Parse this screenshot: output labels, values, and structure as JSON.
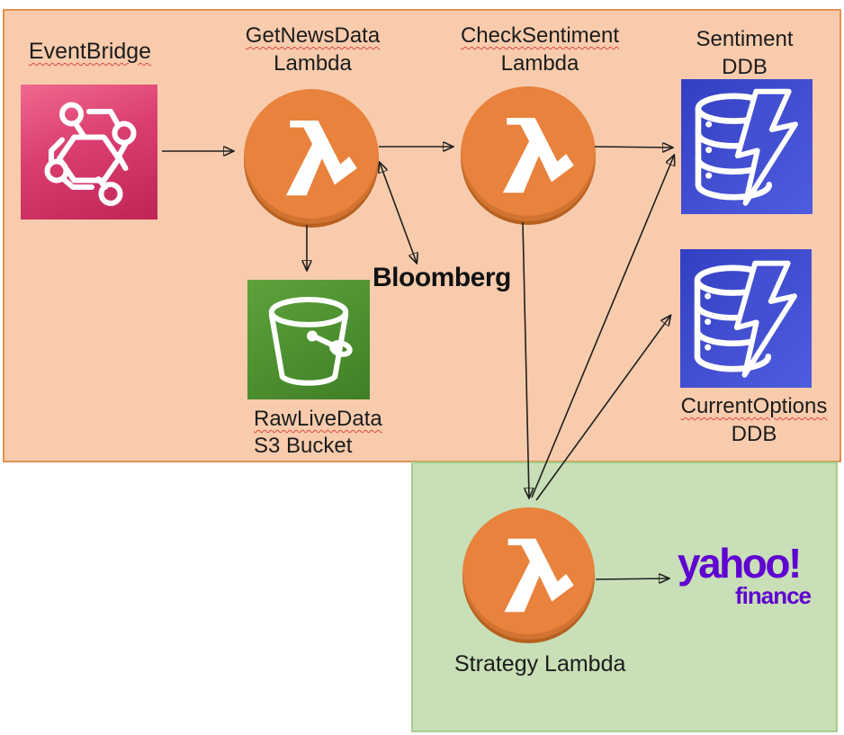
{
  "diagram_title": "AWS trading sentiment pipeline diagram",
  "zones": {
    "ingest_zone": {
      "bg": "#F8CBAD",
      "border": "#E2904F"
    },
    "strategy_zone": {
      "bg": "#C8DFB7",
      "border": "#A6CC8C"
    }
  },
  "nodes": {
    "eventbridge": {
      "label": "EventBridge"
    },
    "getnews_lambda": {
      "line1": "GetNewsData",
      "line2": "Lambda"
    },
    "checksentiment_lambda": {
      "line1": "CheckSentiment",
      "line2": "Lambda"
    },
    "sentiment_ddb": {
      "line1": "Sentiment",
      "line2": "DDB"
    },
    "currentoptions_ddb": {
      "line1": "CurrentOptions",
      "line2": "DDB"
    },
    "s3_bucket": {
      "line1": "RawLiveData",
      "line2": "S3 Bucket"
    },
    "strategy_lambda": {
      "label": "Strategy Lambda"
    },
    "bloomberg": {
      "label": "Bloomberg"
    },
    "yahoo": {
      "main": "yahoo!",
      "sub": "finance"
    }
  },
  "icons": {
    "eventbridge": "eventbridge-icon",
    "lambda": "lambda-icon",
    "dynamodb": "dynamodb-icon",
    "s3": "s3-bucket-icon"
  },
  "colors": {
    "lambda_orange": "#E8823C",
    "lambda_rim": "#B7601F",
    "eventbridge_pink_top": "#F0688E",
    "eventbridge_pink_bottom": "#C02456",
    "ddb_blue_dark": "#333FC2",
    "ddb_blue_light": "#4E5CE0",
    "s3_green_light": "#5EA23C",
    "s3_green_dark": "#3F7F26",
    "yahoo_purple": "#5F01D1",
    "bloomberg_black": "#111111",
    "arrow": "#1F1F1F",
    "spellcheck_red": "#D84A3F"
  }
}
